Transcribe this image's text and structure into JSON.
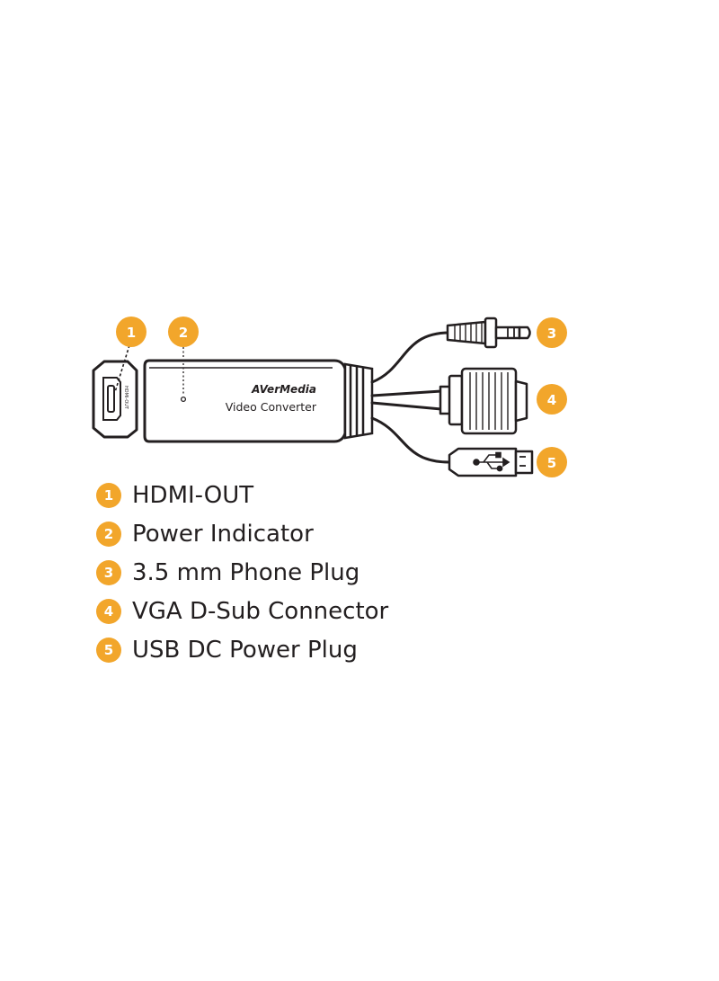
{
  "device": {
    "brand": "AVerMedia",
    "product": "Video Converter",
    "port_label": "HDMI-OUT"
  },
  "callouts": [
    {
      "number": "1"
    },
    {
      "number": "2"
    },
    {
      "number": "3"
    },
    {
      "number": "4"
    },
    {
      "number": "5"
    }
  ],
  "legend": {
    "items": [
      {
        "number": "1",
        "label": "HDMI-OUT"
      },
      {
        "number": "2",
        "label": "Power Indicator"
      },
      {
        "number": "3",
        "label": "3.5 mm Phone Plug"
      },
      {
        "number": "4",
        "label": "VGA D-Sub Connector"
      },
      {
        "number": "5",
        "label": "USB DC Power Plug"
      }
    ]
  },
  "colors": {
    "accent": "#f2a62b",
    "line": "#231f20"
  }
}
